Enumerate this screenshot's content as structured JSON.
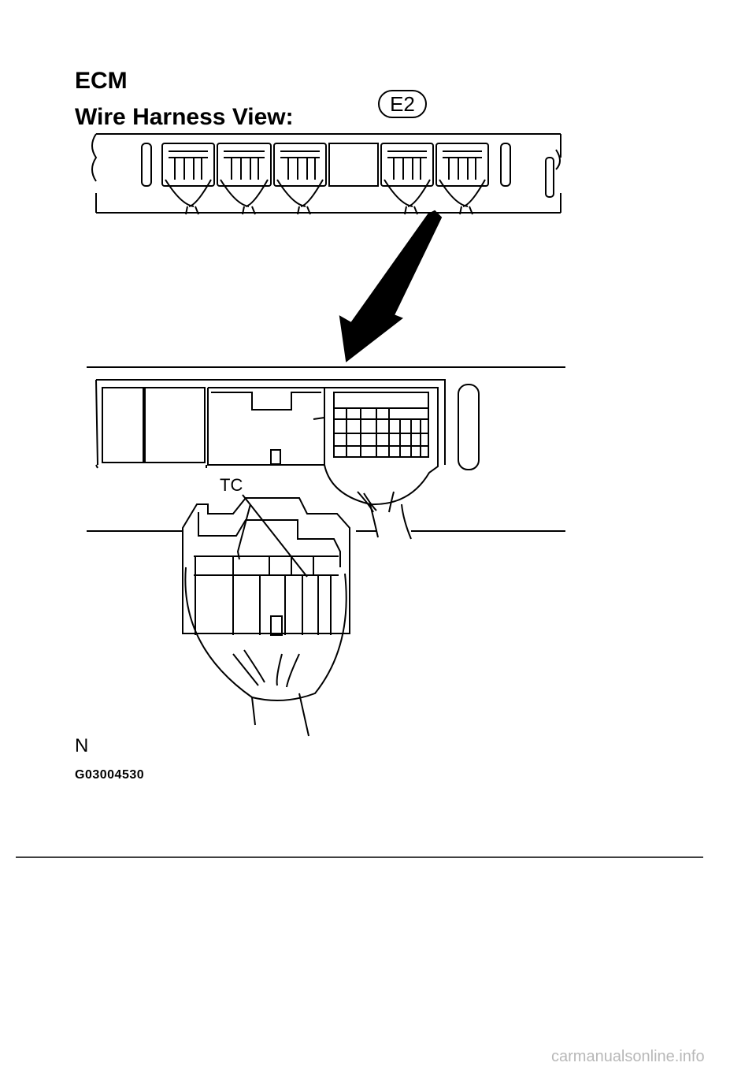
{
  "header": {
    "line1": "ECM",
    "line2": "Wire Harness View:",
    "connector_code": "E2"
  },
  "callouts": {
    "terminal": "TC",
    "note": "N"
  },
  "figure_id": "G03004530",
  "footer": {
    "watermark": "carmanualsonline.info"
  }
}
